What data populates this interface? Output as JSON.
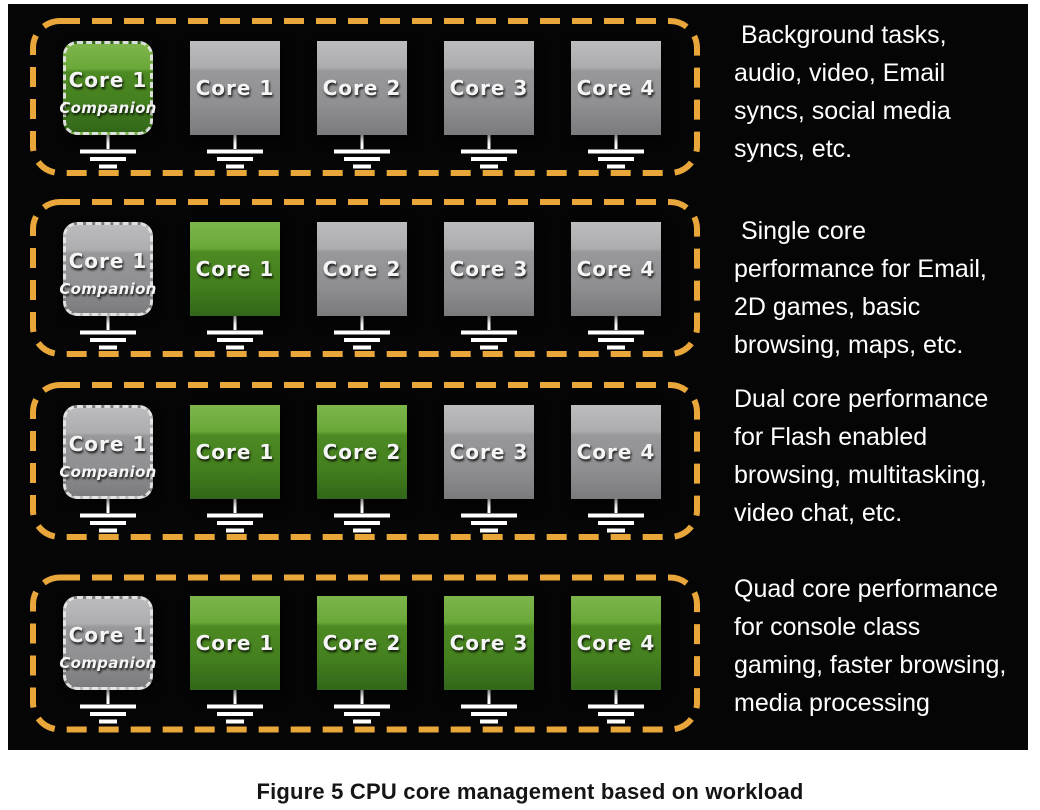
{
  "figure": {
    "caption": "Figure 5 CPU core management based on workload"
  },
  "colors": {
    "panel_background": "#050505",
    "row_border_orange": "#E9A63A",
    "active_core_green": "#4D8A23",
    "inactive_core_gray": "#98989B",
    "text_white": "#FFFFFF"
  },
  "icons": {
    "ground": "ground-symbol"
  },
  "rows": [
    {
      "workload": "background-tasks",
      "description_lines": [
        " Background tasks,",
        "audio, video, Email",
        "syncs, social media",
        "syncs, etc."
      ],
      "companion": {
        "label": "Core 1",
        "sublabel": "Companion",
        "active": true
      },
      "cores": [
        {
          "label": "Core 1",
          "active": false
        },
        {
          "label": "Core 2",
          "active": false
        },
        {
          "label": "Core 3",
          "active": false
        },
        {
          "label": "Core 4",
          "active": false
        }
      ]
    },
    {
      "workload": "single-core",
      "description_lines": [
        " Single core",
        "performance for Email,",
        "2D games, basic",
        "browsing, maps, etc."
      ],
      "companion": {
        "label": "Core 1",
        "sublabel": "Companion",
        "active": false
      },
      "cores": [
        {
          "label": "Core 1",
          "active": true
        },
        {
          "label": "Core 2",
          "active": false
        },
        {
          "label": "Core 3",
          "active": false
        },
        {
          "label": "Core 4",
          "active": false
        }
      ]
    },
    {
      "workload": "dual-core",
      "description_lines": [
        "Dual core performance",
        "for Flash enabled",
        "browsing, multitasking,",
        "video chat, etc."
      ],
      "companion": {
        "label": "Core 1",
        "sublabel": "Companion",
        "active": false
      },
      "cores": [
        {
          "label": "Core 1",
          "active": true
        },
        {
          "label": "Core 2",
          "active": true
        },
        {
          "label": "Core 3",
          "active": false
        },
        {
          "label": "Core 4",
          "active": false
        }
      ]
    },
    {
      "workload": "quad-core",
      "description_lines": [
        "Quad core performance",
        "for console class",
        "gaming, faster browsing,",
        "media processing"
      ],
      "companion": {
        "label": "Core 1",
        "sublabel": "Companion",
        "active": false
      },
      "cores": [
        {
          "label": "Core 1",
          "active": true
        },
        {
          "label": "Core 2",
          "active": true
        },
        {
          "label": "Core 3",
          "active": true
        },
        {
          "label": "Core 4",
          "active": true
        }
      ]
    }
  ]
}
